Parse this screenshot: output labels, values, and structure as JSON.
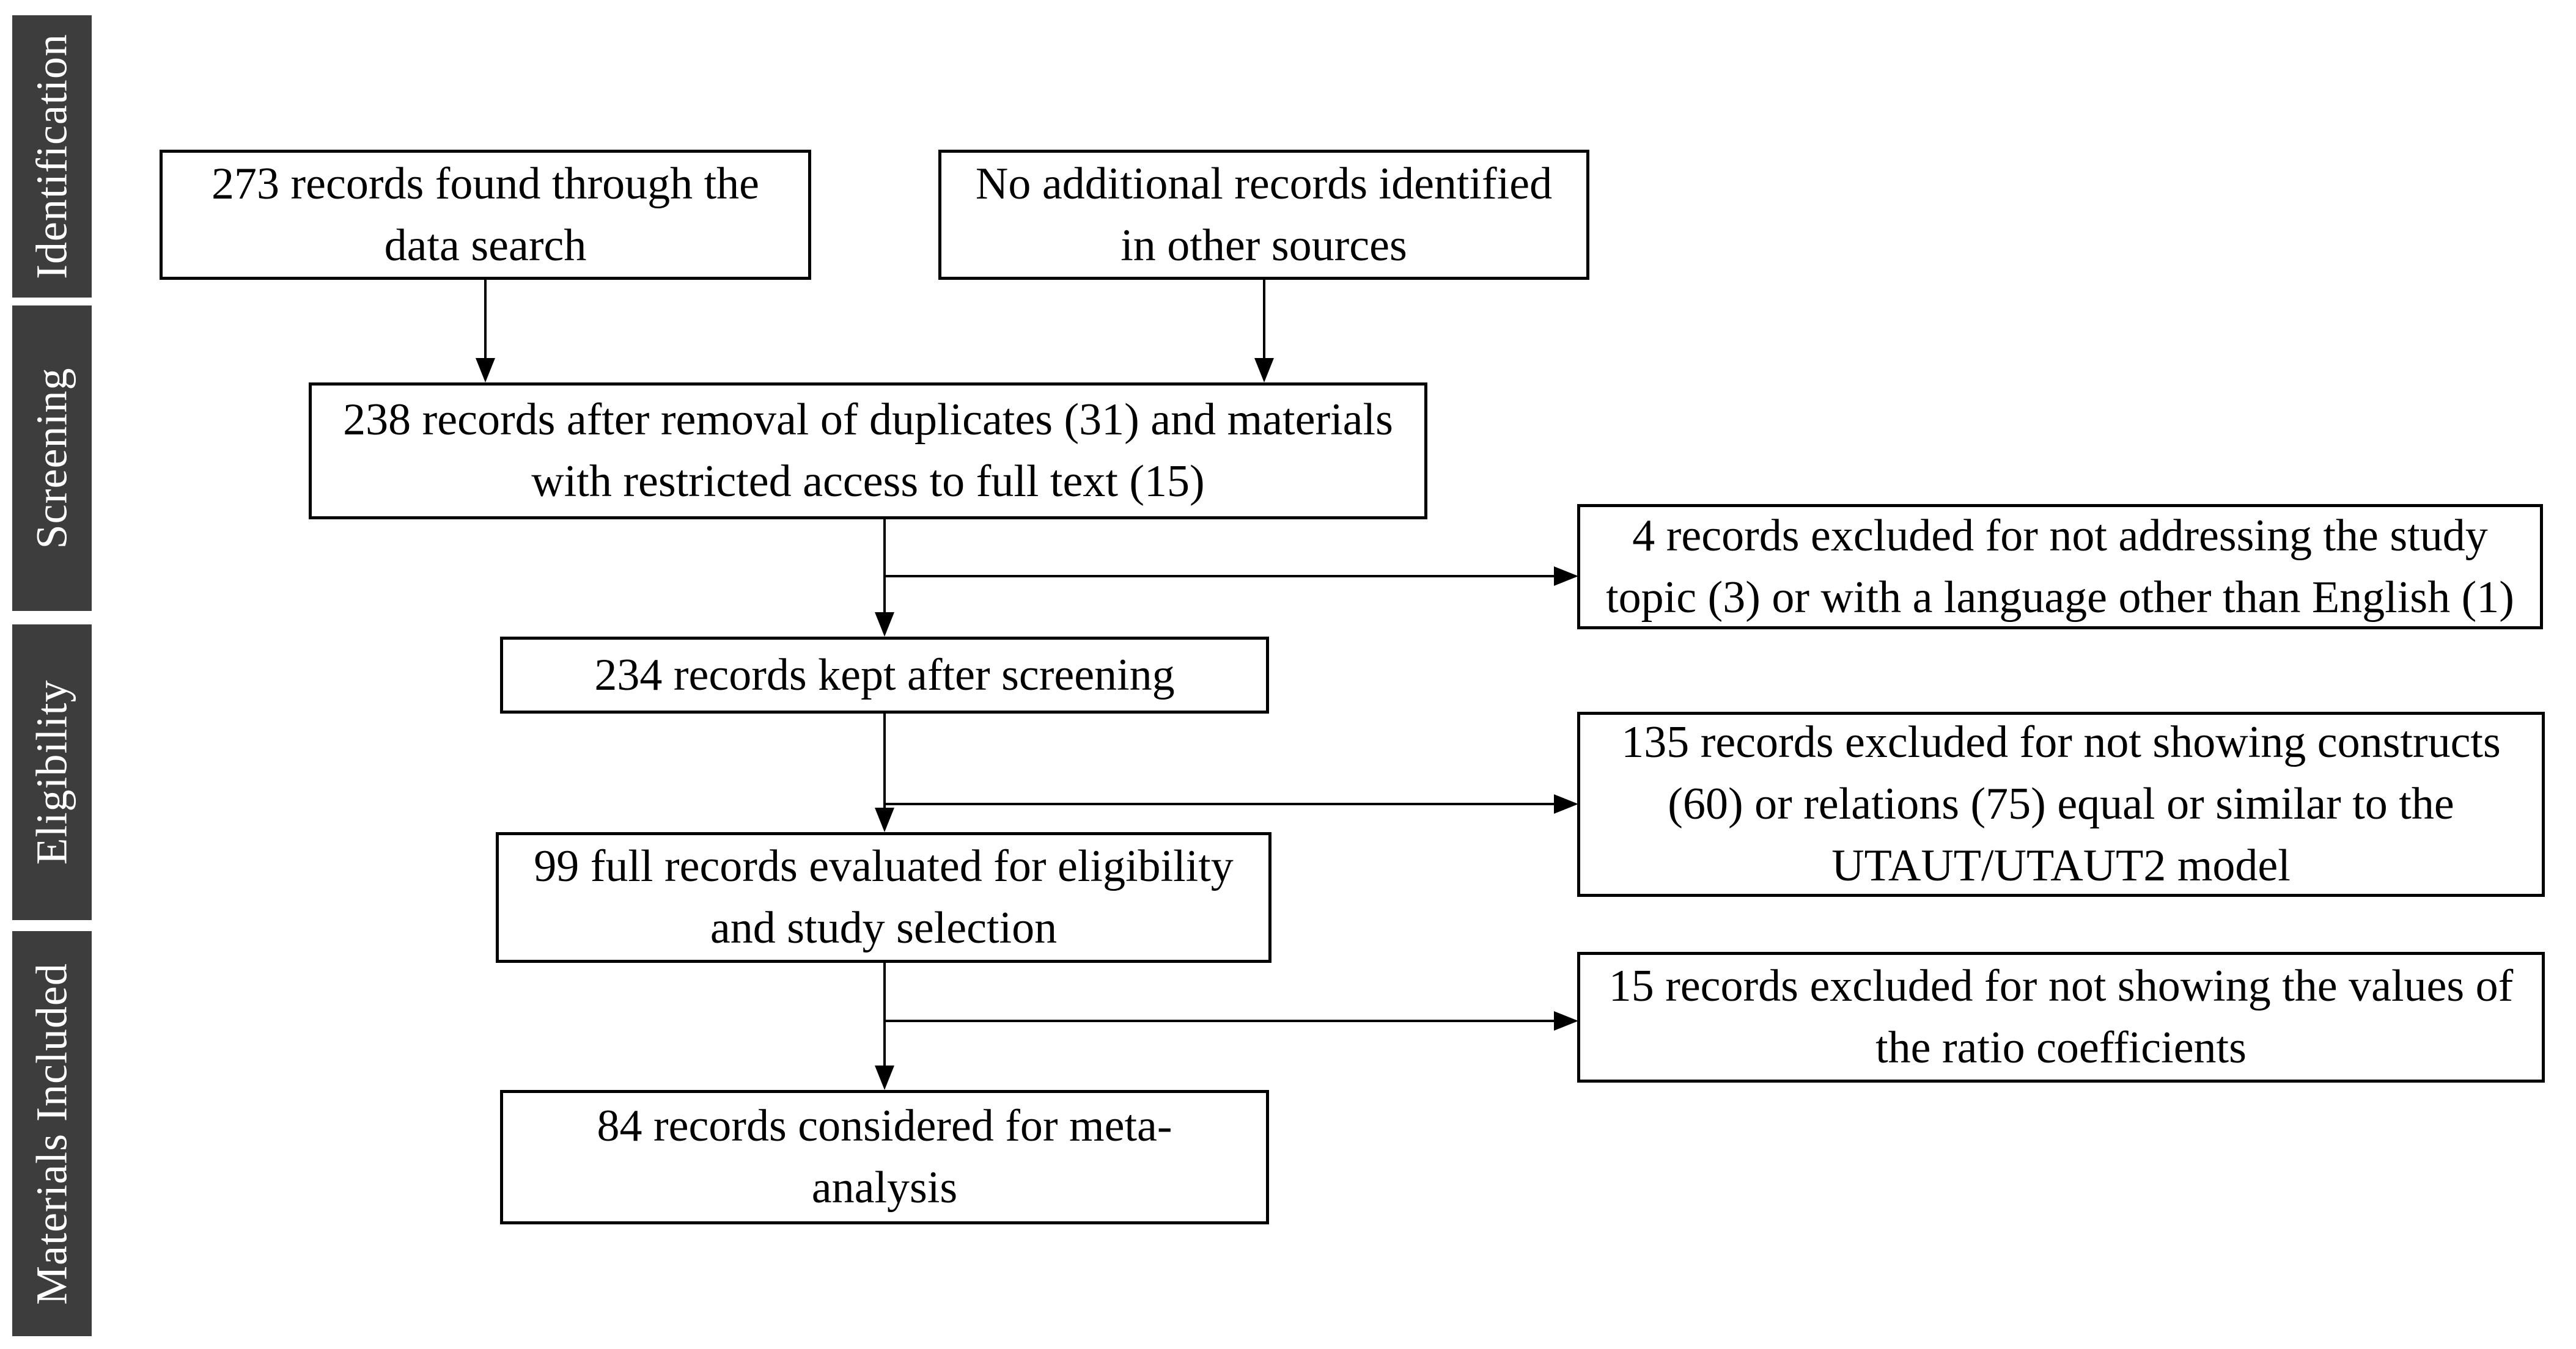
{
  "diagram": {
    "type": "prisma-flow",
    "stages": [
      {
        "id": "identification",
        "label": "Identification"
      },
      {
        "id": "screening",
        "label": "Screening"
      },
      {
        "id": "eligibility",
        "label": "Eligibility"
      },
      {
        "id": "materials-included",
        "label": "Materials Included"
      }
    ],
    "nodes": {
      "found": "273 records found through the\ndata search",
      "additional": "No additional records identified\nin other sources",
      "deduped": "238 records after removal of duplicates (31) and materials\nwith restricted access to full text (15)",
      "excluded_screening": "4 records excluded for not addressing the study\ntopic (3) or with a language other than English (1)",
      "kept": "234 records kept after screening",
      "excluded_constructs": "135 records excluded for not showing constructs\n(60) or relations (75) equal or similar to the\nUTAUT/UTAUT2 model",
      "evaluated": "99 full records evaluated for eligibility\nand study selection",
      "excluded_ratio": "15 records excluded for not showing the values of\nthe ratio coefficients",
      "included": "84 records considered for meta-\nanalysis"
    },
    "counts": {
      "found": 273,
      "duplicates_removed": 31,
      "restricted_access": 15,
      "after_removal": 238,
      "excluded_screening_total": 4,
      "excluded_off_topic": 3,
      "excluded_language": 1,
      "kept_after_screening": 234,
      "excluded_constructs_total": 135,
      "excluded_constructs": 60,
      "excluded_relations": 75,
      "evaluated_full": 99,
      "excluded_ratio": 15,
      "included_meta_analysis": 84
    },
    "colors": {
      "sidebar_bg": "#3d3d3d",
      "sidebar_text": "#ffffff",
      "box_border": "#000000",
      "box_bg": "#ffffff",
      "text": "#000000",
      "arrow": "#000000"
    }
  }
}
